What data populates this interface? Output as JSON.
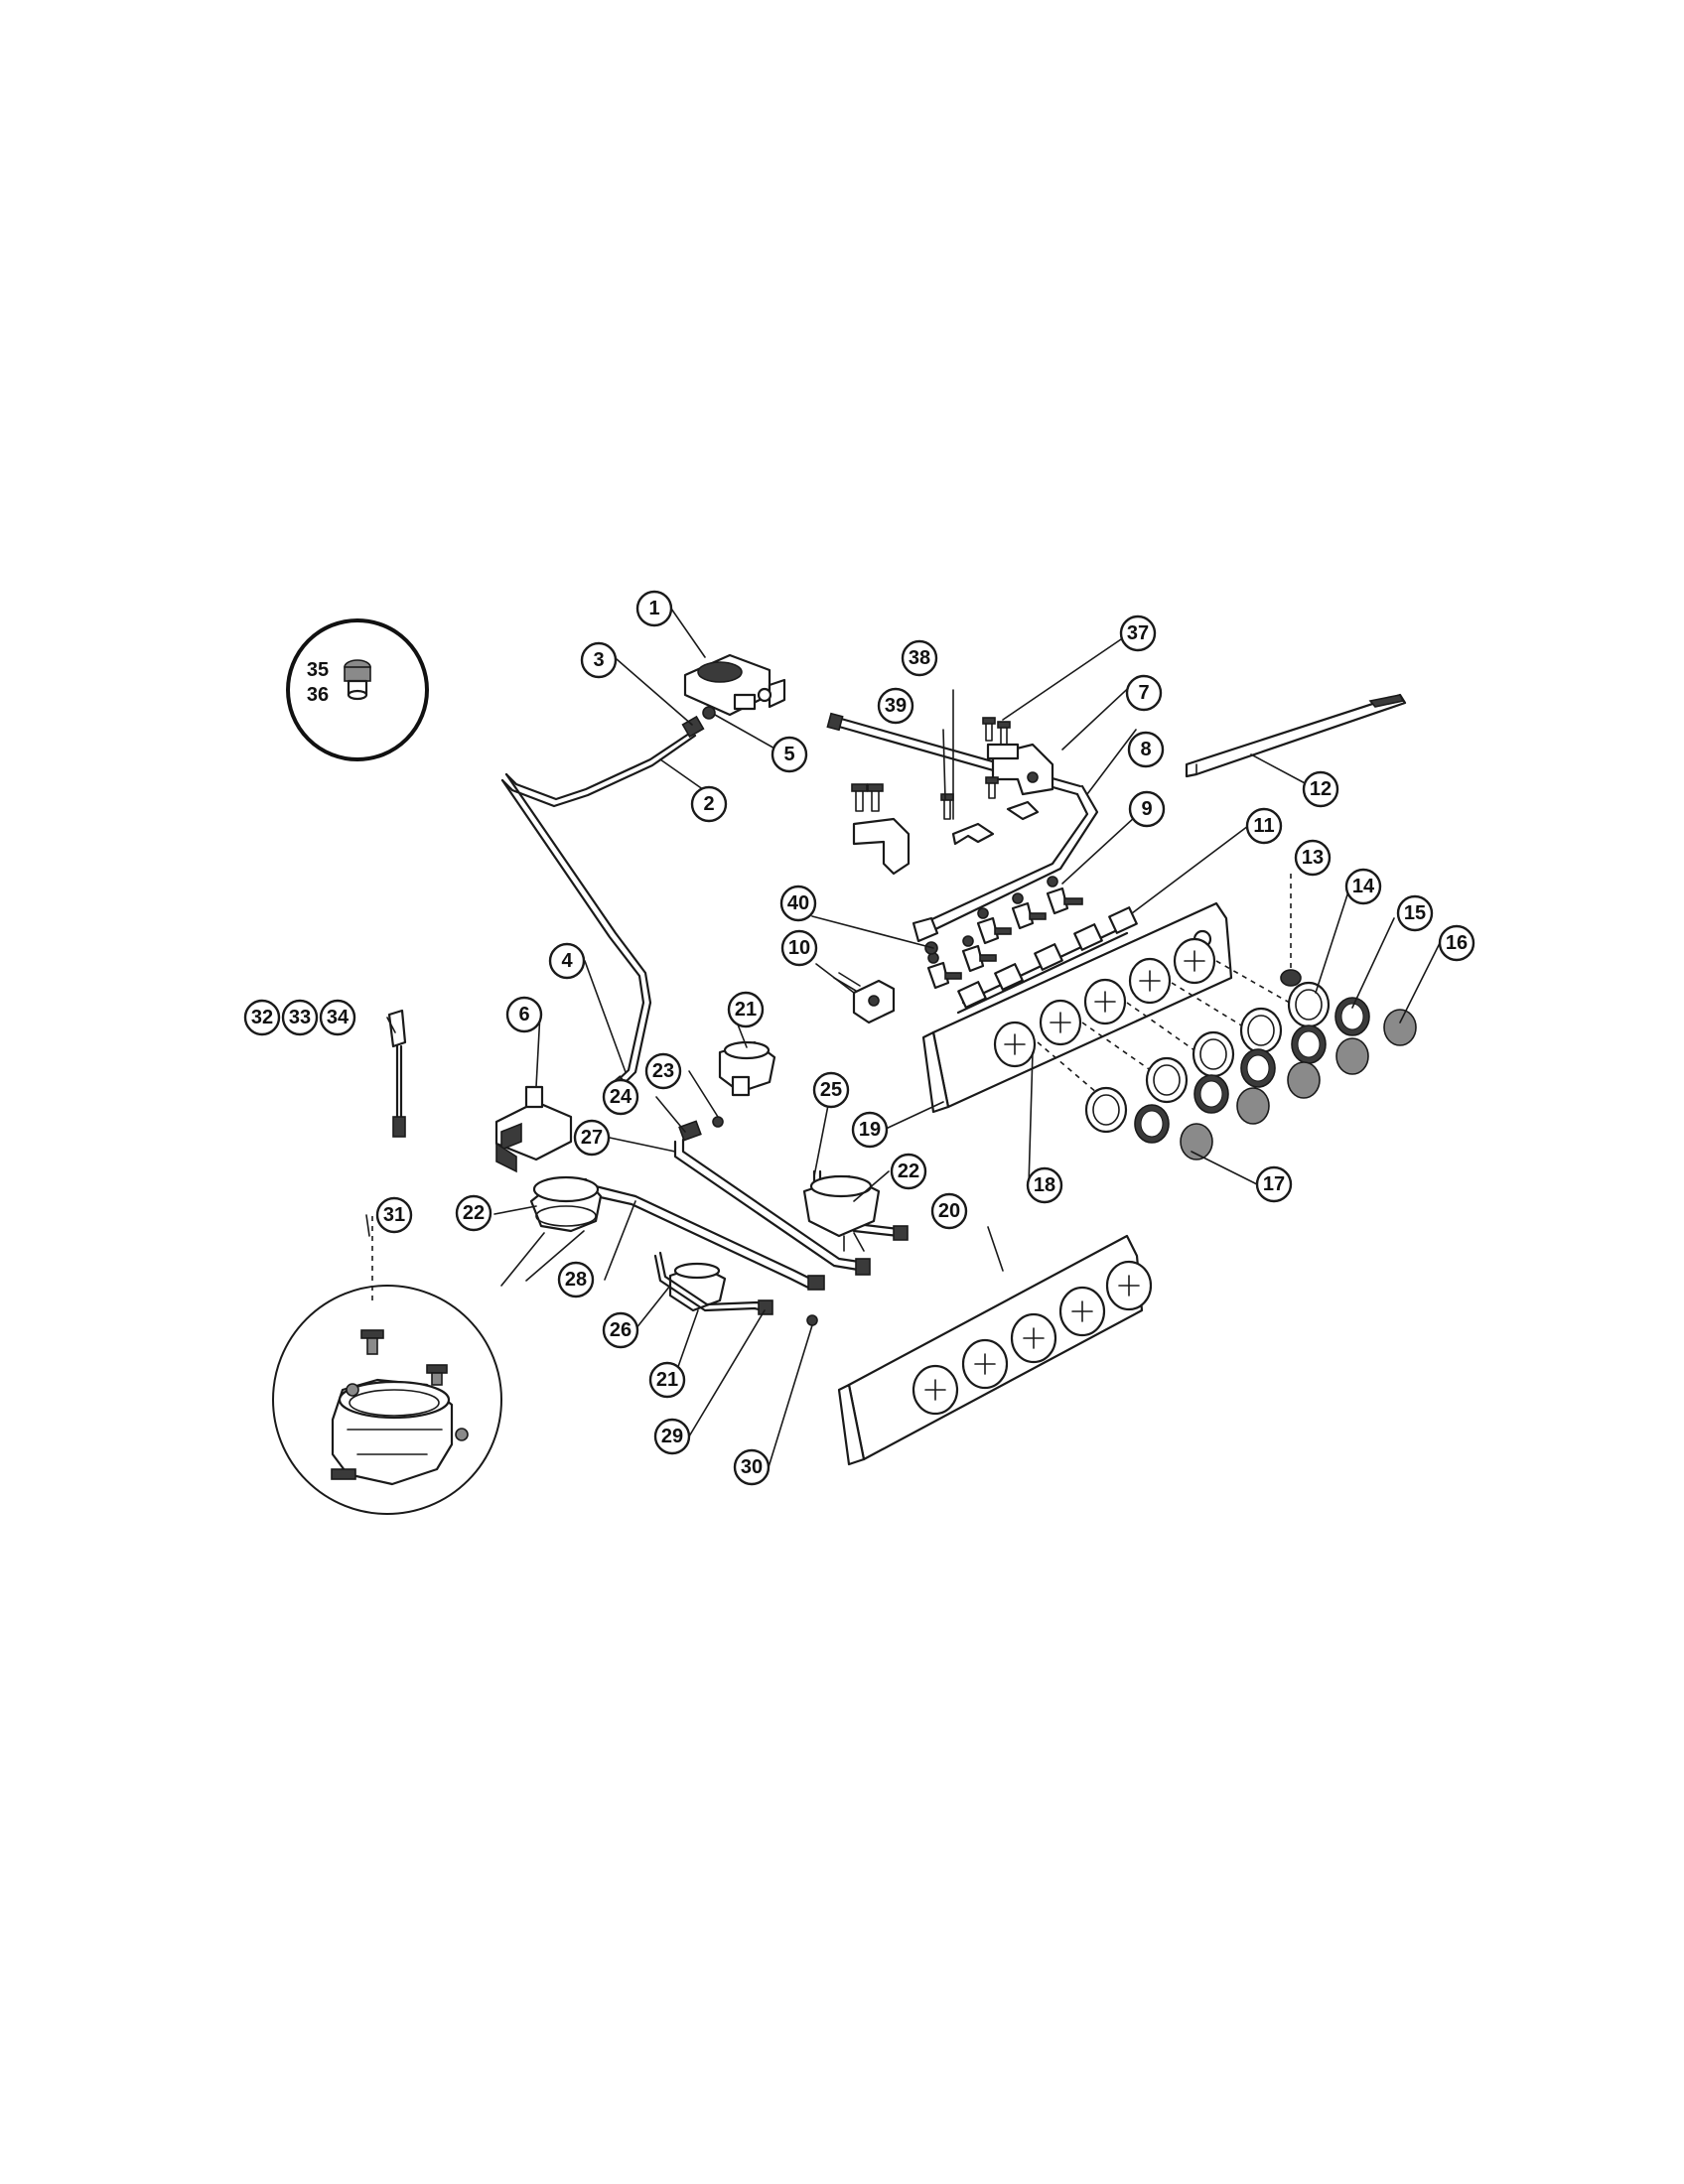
{
  "callouts": {
    "c1": "1",
    "c2": "2",
    "c3": "3",
    "c4": "4",
    "c5": "5",
    "c6": "6",
    "c7": "7",
    "c8": "8",
    "c9": "9",
    "c10": "10",
    "c11": "11",
    "c12": "12",
    "c13": "13",
    "c14": "14",
    "c15": "15",
    "c16": "16",
    "c17": "17",
    "c18": "18",
    "c19": "19",
    "c20": "20",
    "c21a": "21",
    "c21b": "21",
    "c22a": "22",
    "c22b": "22",
    "c23": "23",
    "c24": "24",
    "c25": "25",
    "c26": "26",
    "c27": "27",
    "c28": "28",
    "c29": "29",
    "c30": "30",
    "c31": "31",
    "c32": "32",
    "c33": "33",
    "c34": "34",
    "c37": "37",
    "c38": "38",
    "c39": "39",
    "c40": "40"
  },
  "inset": {
    "label_top": "35",
    "label_bottom": "36"
  }
}
